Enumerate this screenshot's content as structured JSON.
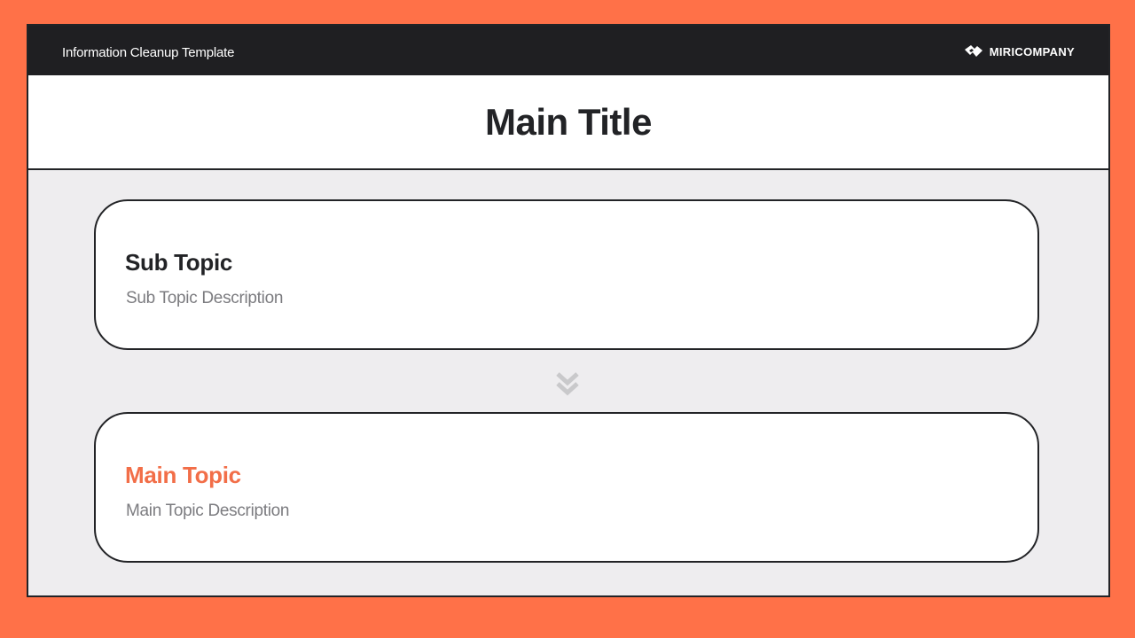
{
  "header": {
    "template_name": "Information Cleanup Template",
    "brand_name": "MIRICOMPANY",
    "logo_icon": "brand-logo-icon"
  },
  "title_band": {
    "title": "Main Title"
  },
  "cards": {
    "sub": {
      "heading": "Sub Topic",
      "description": "Sub Topic Description"
    },
    "main": {
      "heading": "Main Topic",
      "description": "Main Topic Description"
    }
  },
  "connector": {
    "icon": "double-chevron-down-icon"
  },
  "colors": {
    "background": "#FF7148",
    "header_bar": "#1F1F22",
    "panel": "#EEEDEF",
    "accent": "#F26E48",
    "text_dark": "#222326",
    "text_muted": "#7C7C80",
    "arrow": "#C9C9CB"
  }
}
